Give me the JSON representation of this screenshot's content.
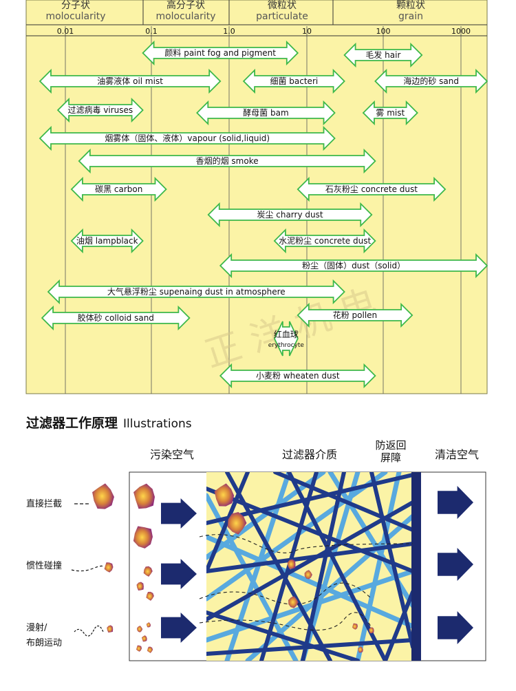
{
  "chart": {
    "columns": [
      {
        "cn": "分子状",
        "en": "molocularity"
      },
      {
        "cn": "高分子状",
        "en": "molocularity"
      },
      {
        "cn": "微粒状",
        "en": "particulate"
      },
      {
        "cn": "颗粒状",
        "en": "grain"
      }
    ],
    "ticks": [
      "0.01",
      "0.1",
      "1.0",
      "10",
      "100",
      "1000"
    ],
    "watermark": "正 洋 机 电",
    "items": [
      {
        "label": "颜料 paint fog and pigment",
        "from": 0.1,
        "to": 10
      },
      {
        "label": "毛发 hair",
        "from": 40,
        "to": 400
      },
      {
        "label": "油雾液体 oil mist",
        "from": 0.004,
        "to": 1.0
      },
      {
        "label": "细菌 bacteri",
        "from": 2,
        "to": 40
      },
      {
        "label": "海边的砂 sand",
        "from": 100,
        "to": 5000
      },
      {
        "label": "过滤病毒 viruses",
        "from": 0.008,
        "to": 0.1
      },
      {
        "label": "酵母菌 bam",
        "from": 0.5,
        "to": 30
      },
      {
        "label": "雾 mist",
        "from": 70,
        "to": 350
      },
      {
        "label": "烟雾体（固体、液体）vapour (solid,liquid)",
        "from": 0.004,
        "to": 30
      },
      {
        "label": "香烟的烟 smoke",
        "from": 0.015,
        "to": 100
      },
      {
        "label": "碳黑 carbon",
        "from": 0.012,
        "to": 0.2
      },
      {
        "label": "石灰粉尘 concrete dust",
        "from": 10,
        "to": 800
      },
      {
        "label": "炭尘 charry dust",
        "from": 0.7,
        "to": 90
      },
      {
        "label": "油烟 lampblack",
        "from": 0.012,
        "to": 0.1
      },
      {
        "label": "水泥粉尘 concrete dust",
        "from": 5,
        "to": 100
      },
      {
        "label": "粉尘（固体）dust（solid）",
        "from": 1.0,
        "to": 5000
      },
      {
        "label": "大气悬浮粉尘 supenaing dust in atmosphere",
        "from": 0.006,
        "to": 40
      },
      {
        "label": "胶体砂 colloid sand",
        "from": 0.005,
        "to": 0.4
      },
      {
        "label": "花粉 pollen",
        "from": 10,
        "to": 300
      },
      {
        "label": "红血球",
        "sub": "erythrocyte",
        "from": 5,
        "to": 10
      },
      {
        "label": "小麦粉 wheaten dust",
        "from": 1.0,
        "to": 100
      }
    ]
  },
  "illustration": {
    "title_cn": "过滤器工作原理",
    "title_en": "Illustrations",
    "header_polluted": "污染空气",
    "header_media": "过滤器介质",
    "header_barrier": "防返回\n屏障",
    "header_clean": "清洁空气",
    "row_labels": [
      "直接拦截",
      "惯性碰撞",
      "漫射/\n布朗运动"
    ]
  },
  "colors": {
    "yellow_bg": "#fbf3a6",
    "arrow_border": "#3cb84a",
    "navy": "#1c2a6e",
    "fiber_dark": "#1f3a8a",
    "fiber_light": "#4a9fd8",
    "particle": "#8e2a7a"
  }
}
